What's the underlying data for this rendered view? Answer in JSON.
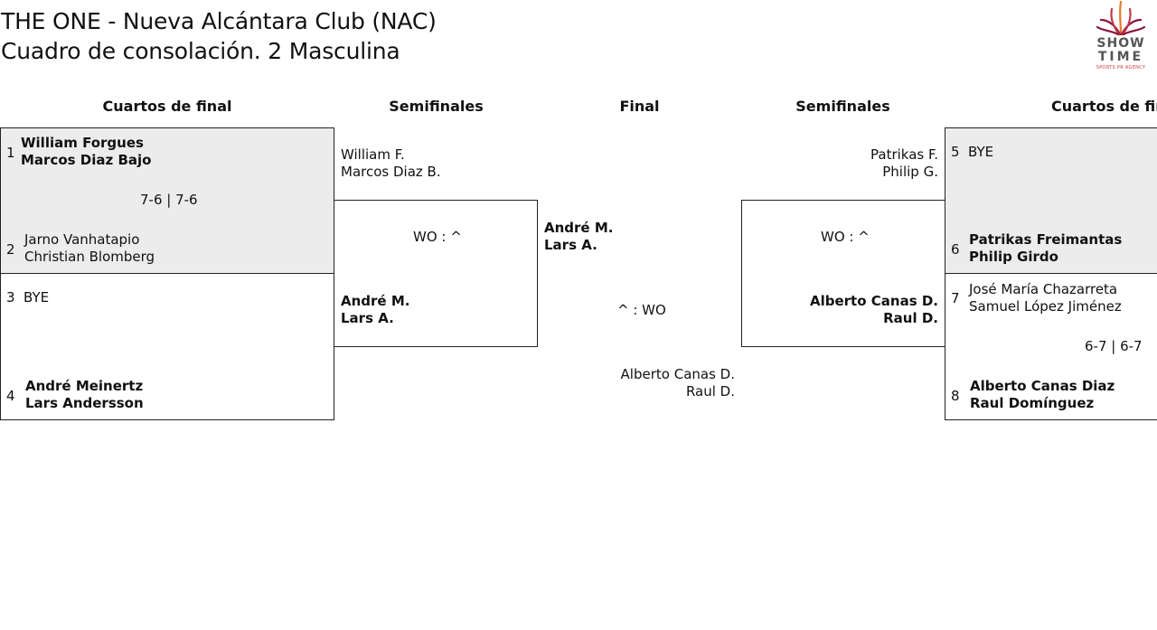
{
  "header": {
    "title_line1": "THE ONE - Nueva Alcántara Club (NAC)",
    "title_line2": "Cuadro de consolación. 2 Masculina"
  },
  "logo": {
    "line1": "SHOW",
    "line2": "TIME",
    "tagline": "SPORTS PR AGENCY",
    "colors": [
      "#8a1538",
      "#e8782a"
    ]
  },
  "rounds": {
    "left_qf": "Cuartos de final",
    "left_sf": "Semifinales",
    "final": "Final",
    "right_sf": "Semifinales",
    "right_qf": "Cuartos de fin"
  },
  "left_qf": {
    "match1": {
      "p1_seed": "1",
      "p1_name1": "William Forgues",
      "p1_name2": "Marcos Diaz Bajo",
      "score": "7-6 | 7-6",
      "p2_seed": "2",
      "p2_name1": "Jarno Vanhatapio",
      "p2_name2": "Christian Blomberg"
    },
    "match2": {
      "p1_seed": "3",
      "p1_name1": "BYE",
      "p2_seed": "4",
      "p2_name1": "André Meinertz",
      "p2_name2": "Lars Andersson"
    }
  },
  "left_sf": {
    "top_name1": "William F.",
    "top_name2": "Marcos Diaz B.",
    "score": "WO : ^",
    "bottom_name1": "André M.",
    "bottom_name2": "Lars A."
  },
  "final": {
    "top_name1": "André M.",
    "top_name2": "Lars A.",
    "score": "^ : WO",
    "bottom_name1": "Alberto Canas D.",
    "bottom_name2": "Raul D."
  },
  "right_sf": {
    "top_name1": "Patrikas F.",
    "top_name2": "Philip G.",
    "score": "WO : ^",
    "bottom_name1": "Alberto Canas D.",
    "bottom_name2": "Raul D."
  },
  "right_qf": {
    "match1": {
      "p1_seed": "5",
      "p1_name1": "BYE",
      "p2_seed": "6",
      "p2_name1": "Patrikas Freimantas",
      "p2_name2": "Philip Girdo"
    },
    "match2": {
      "p1_seed": "7",
      "p1_name1": "José María Chazarreta",
      "p1_name2": "Samuel López Jiménez",
      "score": "6-7 | 6-7",
      "p2_seed": "8",
      "p2_name1": "Alberto Canas Diaz",
      "p2_name2": "Raul Domínguez"
    }
  }
}
